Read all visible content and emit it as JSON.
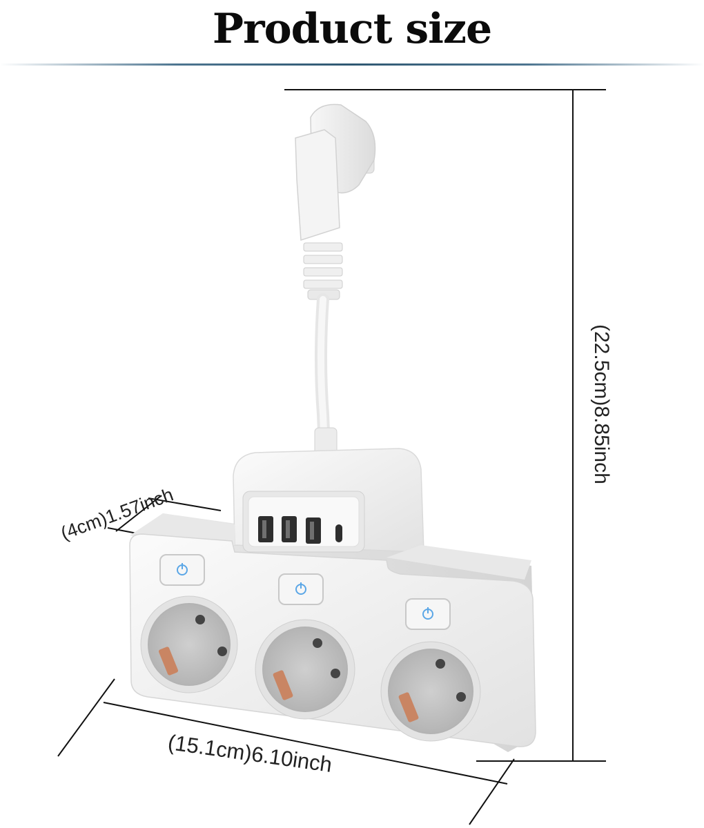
{
  "header": {
    "title": "Product size"
  },
  "dimensions": {
    "height_label": "(22.5cm)8.85inch",
    "depth_label": "(4cm)1.57inch",
    "width_label": "(15.1cm)6.10inch"
  },
  "product": {
    "usb_a_ports": 3,
    "usb_c_ports": 1,
    "sockets": 3,
    "switches": 3,
    "switch_icon": "power-icon",
    "indicator_color": "#5aa6e6",
    "body_color": "#f1f1f1",
    "socket_color": "#bdbdbd",
    "contact_color": "#c98563"
  }
}
